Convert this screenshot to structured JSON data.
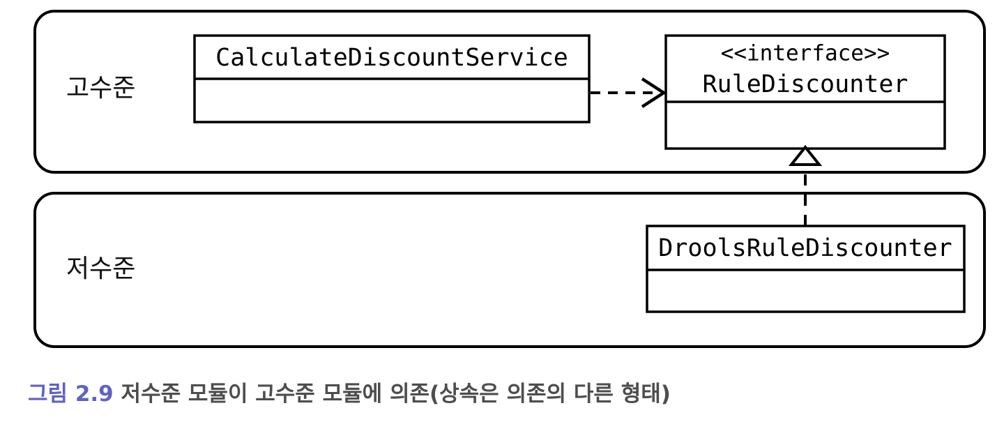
{
  "figure": {
    "layers": [
      {
        "id": "high-level",
        "label": "고수준"
      },
      {
        "id": "low-level",
        "label": "저수준"
      }
    ],
    "classes": [
      {
        "id": "calculate-discount-service",
        "stereotype": "",
        "name": "CalculateDiscountService",
        "layer": "high-level"
      },
      {
        "id": "rule-discounter",
        "stereotype": "<<interface>>",
        "name": "RuleDiscounter",
        "layer": "high-level"
      },
      {
        "id": "drools-rule-discounter",
        "stereotype": "",
        "name": "DroolsRuleDiscounter",
        "layer": "low-level"
      }
    ],
    "relations": [
      {
        "id": "dependency",
        "type": "dependency",
        "from": "calculate-discount-service",
        "to": "rule-discounter",
        "style": "dashed-open-arrow"
      },
      {
        "id": "realization",
        "type": "realization",
        "from": "drools-rule-discounter",
        "to": "rule-discounter",
        "style": "dashed-hollow-triangle"
      }
    ]
  },
  "caption": {
    "figure_number": "그림 2.9",
    "text": "저수준 모듈이 고수준 모듈에 의존(상속은 의존의 다른 형태)",
    "number_color": "#5f62c4",
    "text_color": "#4d4d4d"
  }
}
